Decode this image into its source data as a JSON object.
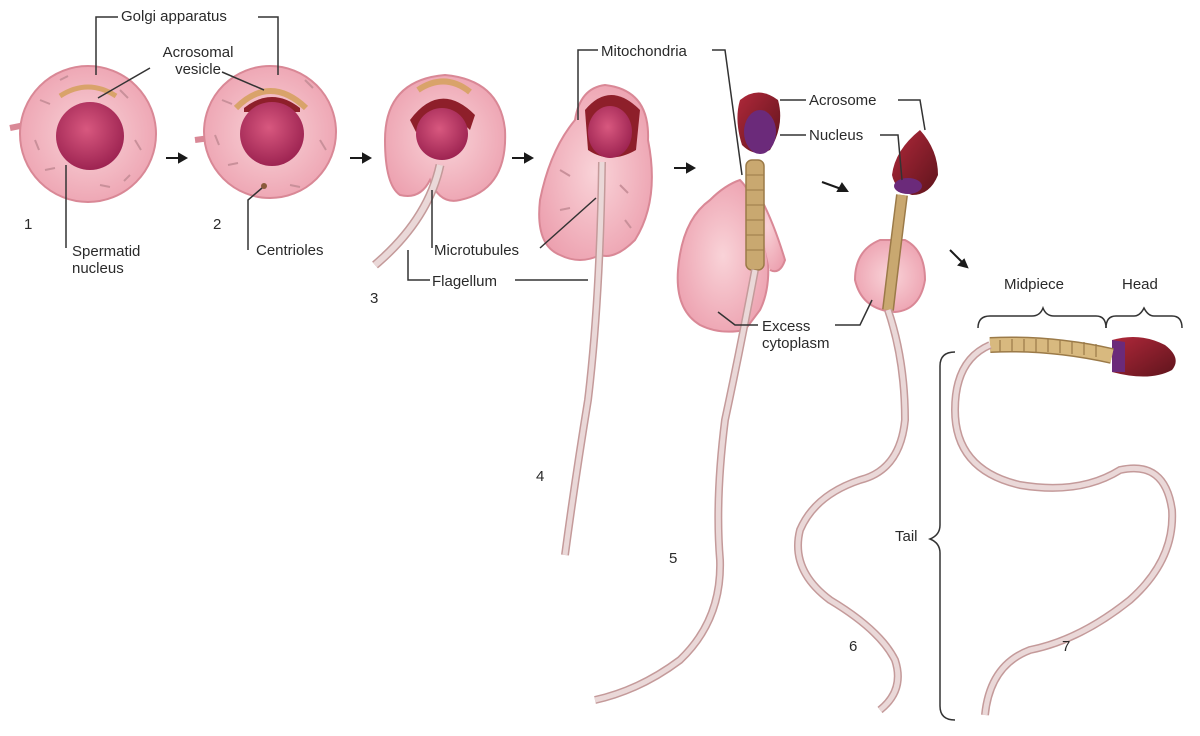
{
  "labels": {
    "golgi_apparatus": "Golgi apparatus",
    "acrosomal_vesicle_line1": "Acrosomal",
    "acrosomal_vesicle_line2": "vesicle",
    "spermatid_nucleus_line1": "Spermatid",
    "spermatid_nucleus_line2": "nucleus",
    "centrioles": "Centrioles",
    "microtubules": "Microtubules",
    "flagellum": "Flagellum",
    "mitochondria": "Mitochondria",
    "acrosome": "Acrosome",
    "nucleus": "Nucleus",
    "excess_cytoplasm_line1": "Excess",
    "excess_cytoplasm_line2": "cytoplasm",
    "midpiece": "Midpiece",
    "head": "Head",
    "tail": "Tail"
  },
  "stages": [
    "1",
    "2",
    "3",
    "4",
    "5",
    "6",
    "7"
  ],
  "colors": {
    "cytoplasm": "#f3b8c2",
    "cytoplasm_edge": "#d98896",
    "nucleus": "#b8355f",
    "acrosome": "#8e1f2a",
    "nucleus_purple": "#6b2a7a",
    "golgi": "#d9a36a",
    "mitochondria": "#c9a870",
    "tail": "#ead8d8",
    "tail_edge": "#c49a9a",
    "leader": "#333333"
  }
}
